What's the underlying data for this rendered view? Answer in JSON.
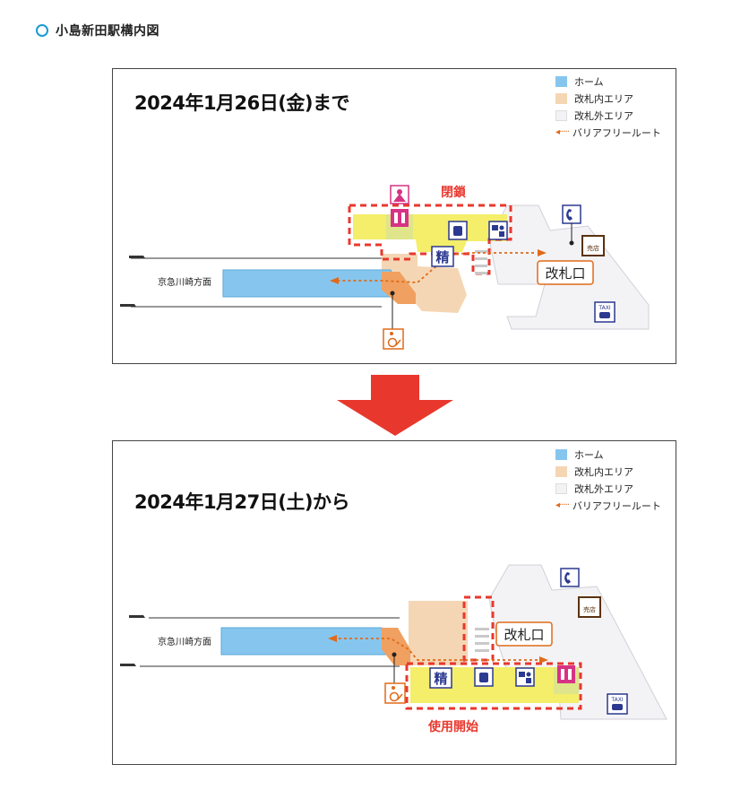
{
  "heading": {
    "title": "小島新田駅構内図"
  },
  "legend": {
    "platform": "ホーム",
    "gate_inside": "改札内エリア",
    "gate_outside": "改札外エリア",
    "barrier_free": "バリアフリールート",
    "arrow_glyph": "◂·····"
  },
  "before": {
    "date": "2024年1月26日(金)まで",
    "closed_label": "閉鎖",
    "gate_label": "改札口",
    "direction": "京急川崎方面",
    "seisan": "精",
    "shop": "売店",
    "taxi": "TAXI"
  },
  "after": {
    "date": "2024年1月27日(土)から",
    "opened_label": "使用開始",
    "gate_label": "改札口",
    "direction": "京急川崎方面",
    "seisan": "精",
    "shop": "売店",
    "taxi": "TAXI"
  },
  "colors": {
    "platform": "#86c6ee",
    "gate_inside": "#f5d6b4",
    "yellow_area": "#f4ee6a",
    "outside": "#f3f3f5",
    "dash_red": "#e8382e",
    "route_orange": "#e06a1a",
    "icon_navy": "#2b3990",
    "toilet_pink": "#d63384",
    "arrow_red": "#e8382e"
  }
}
